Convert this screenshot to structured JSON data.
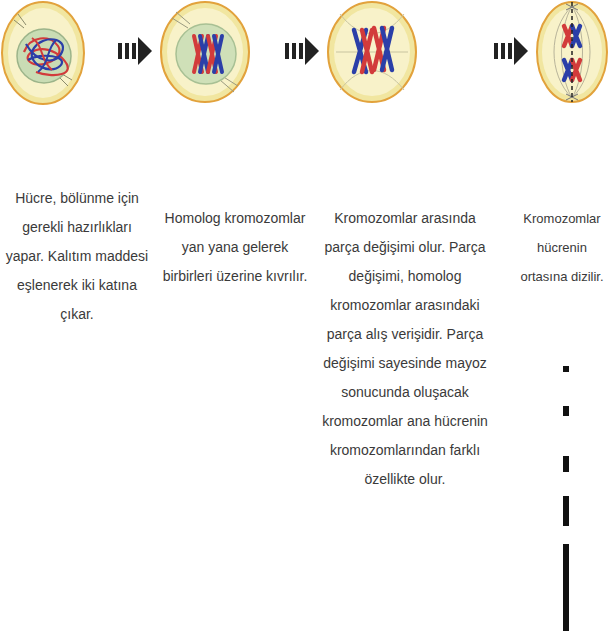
{
  "diagram": {
    "nodes": [
      {
        "text": [
          "Hücre, bölünme için gerekli hazırlıkları yapar. Kalıtım maddesi eşlenerek iki katına çıkar."
        ]
      },
      {
        "text": [
          "Homolog kromozomlar yan yana gelerek birbirleri üzerine kıvrılır."
        ]
      },
      {
        "text": [
          "Kromozomlar arasında parça değişimi olur. Parça değişimi, homolog kromozomlar arasındaki parça alış verişidir. Parça değişimi sayesinde mayoz sonucunda oluşacak kromozomlar ana hücrenin kromozomlarından farklı özellikte olur."
        ]
      },
      {
        "text": [
          "Kromozomlar hücrenin ortasına dizilir."
        ]
      }
    ],
    "edges": [
      {
        "from": 0,
        "to": 1,
        "arrow": "to"
      },
      {
        "from": 1,
        "to": 2,
        "arrow": "to"
      },
      {
        "from": 2,
        "to": 3,
        "arrow": "to"
      }
    ]
  }
}
